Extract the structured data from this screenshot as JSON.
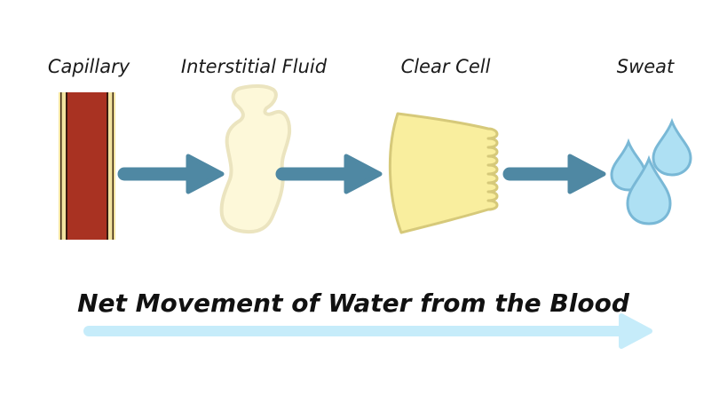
{
  "stages": [
    {
      "label": "Capillary",
      "icon": "capillary-icon"
    },
    {
      "label": "Interstitial Fluid",
      "icon": "interstitial-fluid-icon"
    },
    {
      "label": "Clear Cell",
      "icon": "clear-cell-icon"
    },
    {
      "label": "Sweat",
      "icon": "sweat-drops-icon"
    }
  ],
  "caption": "Net Movement of Water from the Blood",
  "colors": {
    "capillary_wall": "#f2e3a0",
    "capillary_blood": "#a93222",
    "fluid_fill": "#fdf8d9",
    "fluid_stroke": "#ebe4bf",
    "cell_fill": "#f9ee9e",
    "cell_stroke": "#d6c97a",
    "step_arrow": "#4f88a3",
    "drop_fill": "#aee0f3",
    "drop_stroke": "#79b8d6",
    "net_arrow": "#c6ecfa"
  }
}
